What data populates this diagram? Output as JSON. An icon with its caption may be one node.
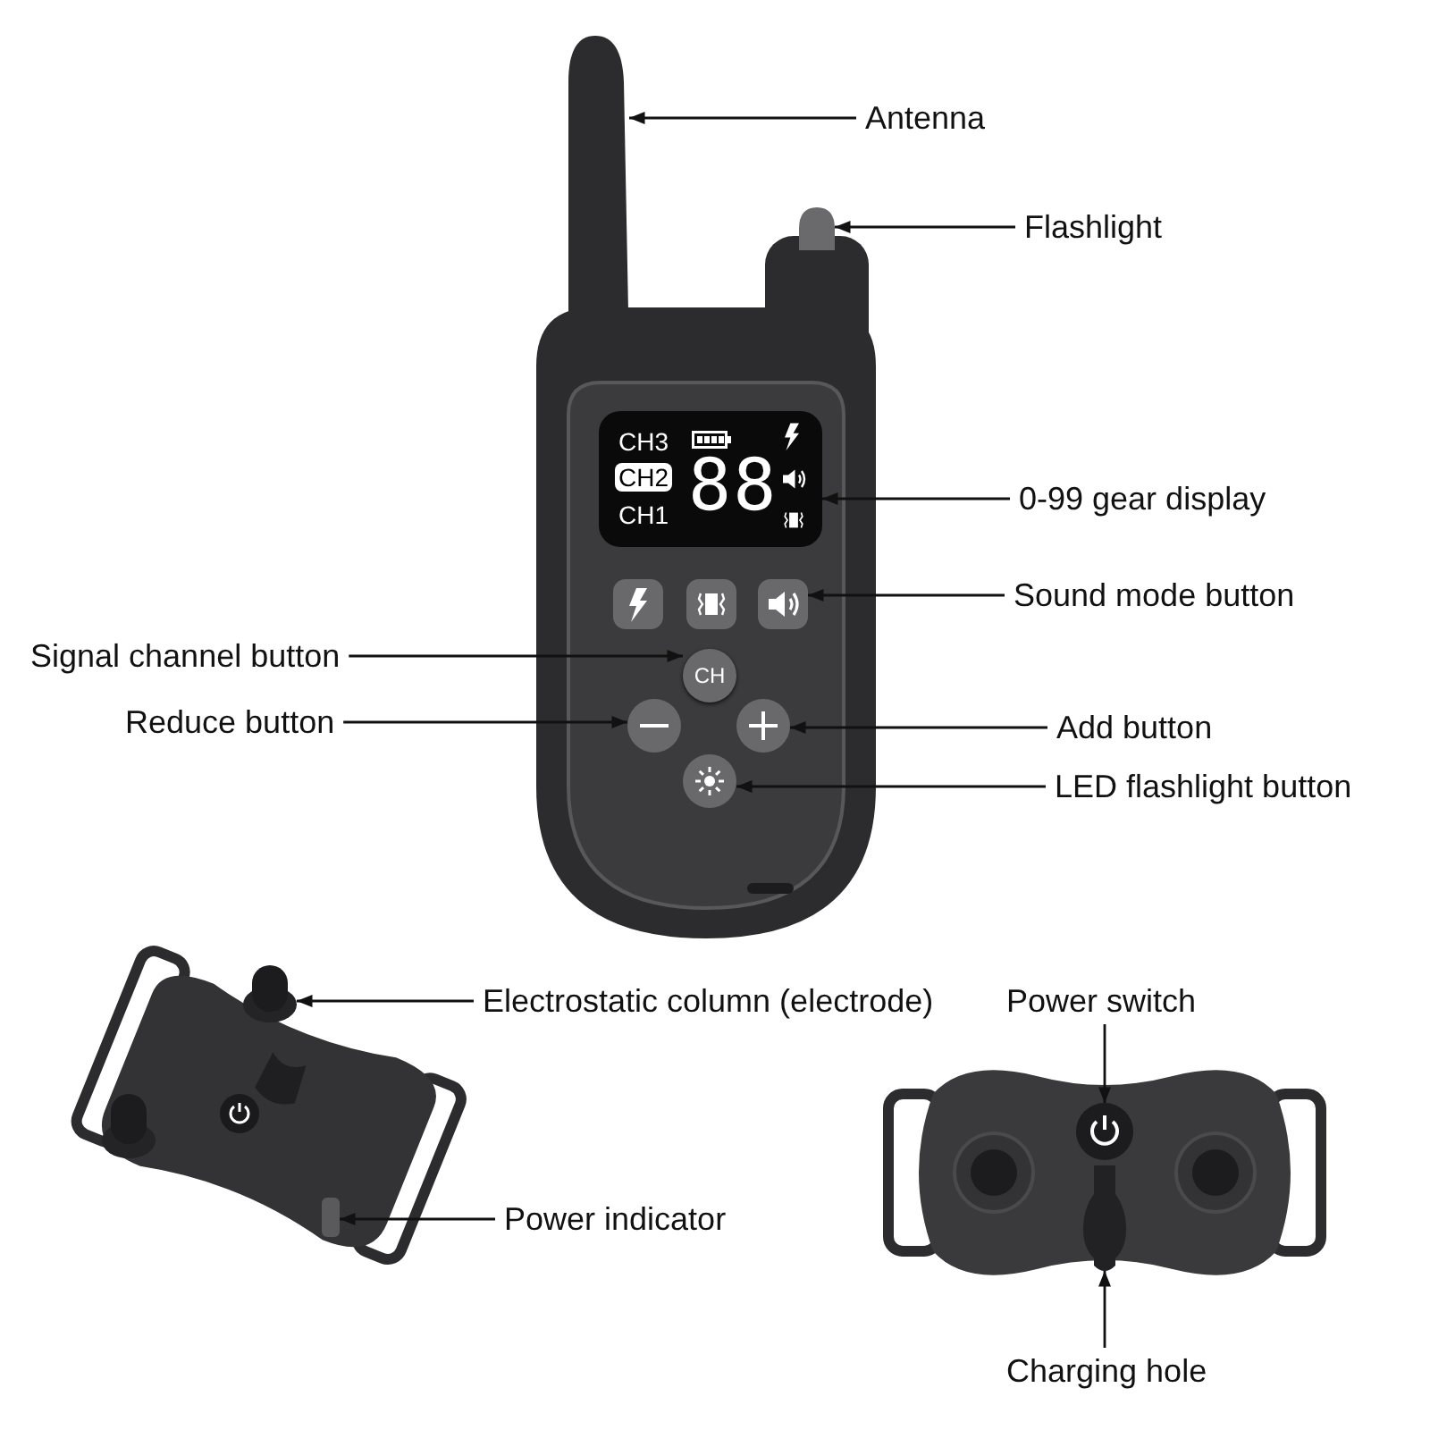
{
  "diagram": {
    "nodes": [
      {
        "text": [
          "Antenna"
        ]
      },
      {
        "text": [],
        "shape": "picture"
      },
      {
        "text": [
          "Flashlight"
        ]
      },
      {
        "text": [],
        "shape": "picture"
      },
      {
        "text": [
          "0-99 gear display"
        ]
      },
      {
        "text": [
          "CH3",
          "CH2",
          "CH1",
          "88"
        ]
      },
      {
        "text": [
          "Sound mode button"
        ]
      },
      {
        "text": [],
        "shape": "box"
      },
      {
        "text": [],
        "shape": "box"
      },
      {
        "text": [],
        "shape": "box"
      },
      {
        "text": [
          "Signal channel button"
        ]
      },
      {
        "text": [
          "CH"
        ]
      },
      {
        "text": [
          "Reduce button"
        ]
      },
      {
        "text": [],
        "shape": "circle"
      },
      {
        "text": [
          "Add button"
        ]
      },
      {
        "text": [],
        "shape": "circle"
      },
      {
        "text": [
          "LED flashlight button"
        ]
      },
      {
        "text": [],
        "shape": "circle"
      },
      {
        "text": [
          "Electrostatic column (electrode)"
        ]
      },
      {
        "text": [],
        "shape": "picture"
      },
      {
        "text": [
          "Power switch"
        ]
      },
      {
        "text": [],
        "shape": "circle"
      },
      {
        "text": [
          "Power indicator"
        ]
      },
      {
        "text": [],
        "shape": "bar"
      },
      {
        "text": [
          "Charging hole"
        ]
      },
      {
        "text": [],
        "shape": "picture"
      }
    ],
    "edges": [
      {
        "from": 0,
        "to": 1,
        "arrow": "to"
      },
      {
        "from": 2,
        "to": 3,
        "arrow": "to"
      },
      {
        "from": 4,
        "to": 5,
        "arrow": "to"
      },
      {
        "from": 6,
        "to": 9,
        "arrow": "to"
      },
      {
        "from": 10,
        "to": 11,
        "arrow": "to"
      },
      {
        "from": 12,
        "to": 13,
        "arrow": "to"
      },
      {
        "from": 14,
        "to": 15,
        "arrow": "to"
      },
      {
        "from": 16,
        "to": 17,
        "arrow": "to"
      },
      {
        "from": 18,
        "to": 19,
        "arrow": "to"
      },
      {
        "from": 20,
        "to": 21,
        "arrow": "to"
      },
      {
        "from": 22,
        "to": 23,
        "arrow": "to"
      },
      {
        "from": 24,
        "to": 25,
        "arrow": "to"
      }
    ]
  }
}
